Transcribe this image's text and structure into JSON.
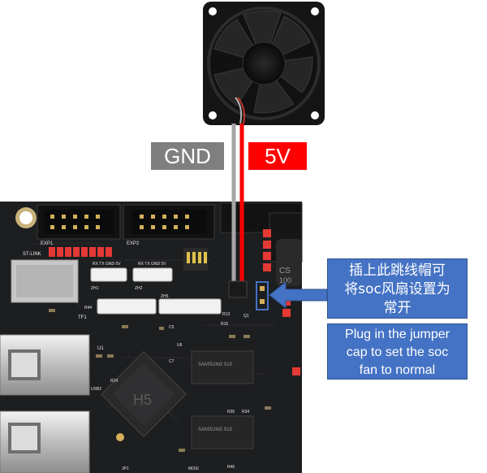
{
  "wires": {
    "gnd_label": "GND",
    "v5_label": "5V",
    "gnd_color": "#7f7f7f",
    "v5_color": "#ff0000"
  },
  "annotation": {
    "chinese_lines": [
      "插上此跳线帽可",
      "将soc风扇设置为",
      "常开"
    ],
    "english_lines": [
      "Plug in the jumper",
      "cap to set the soc",
      "fan to normal"
    ],
    "box_color": "#4472c4",
    "highlight_color": "#4472c4"
  },
  "board_silkscreen": {
    "exp1": "EXP1",
    "exp2": "EXP2",
    "st_link": "ST-LINK",
    "h5_chip": "H5",
    "cs_label": "CS",
    "cs_value": "100",
    "tf1": "TF1",
    "usb2": "USB2",
    "ram_chip_1": "SAMSUNG 913",
    "ram_chip_2": "SAMSUNG 913",
    "rx_tx_1": "RX TX GND 5V",
    "rx_tx_2": "RX TX GND 5V",
    "zh1": "ZH1",
    "zh2": "ZH2",
    "zh5": "ZH5",
    "r44": "R44",
    "r24": "R24",
    "r13": "R13",
    "r16": "R16",
    "r35": "R35",
    "r34": "R34",
    "r46": "R46",
    "c7": "C7",
    "c5": "C5",
    "u1": "U1",
    "u6": "U6",
    "q1": "Q1",
    "jp1": "JP1",
    "mosi": "MOSI"
  }
}
